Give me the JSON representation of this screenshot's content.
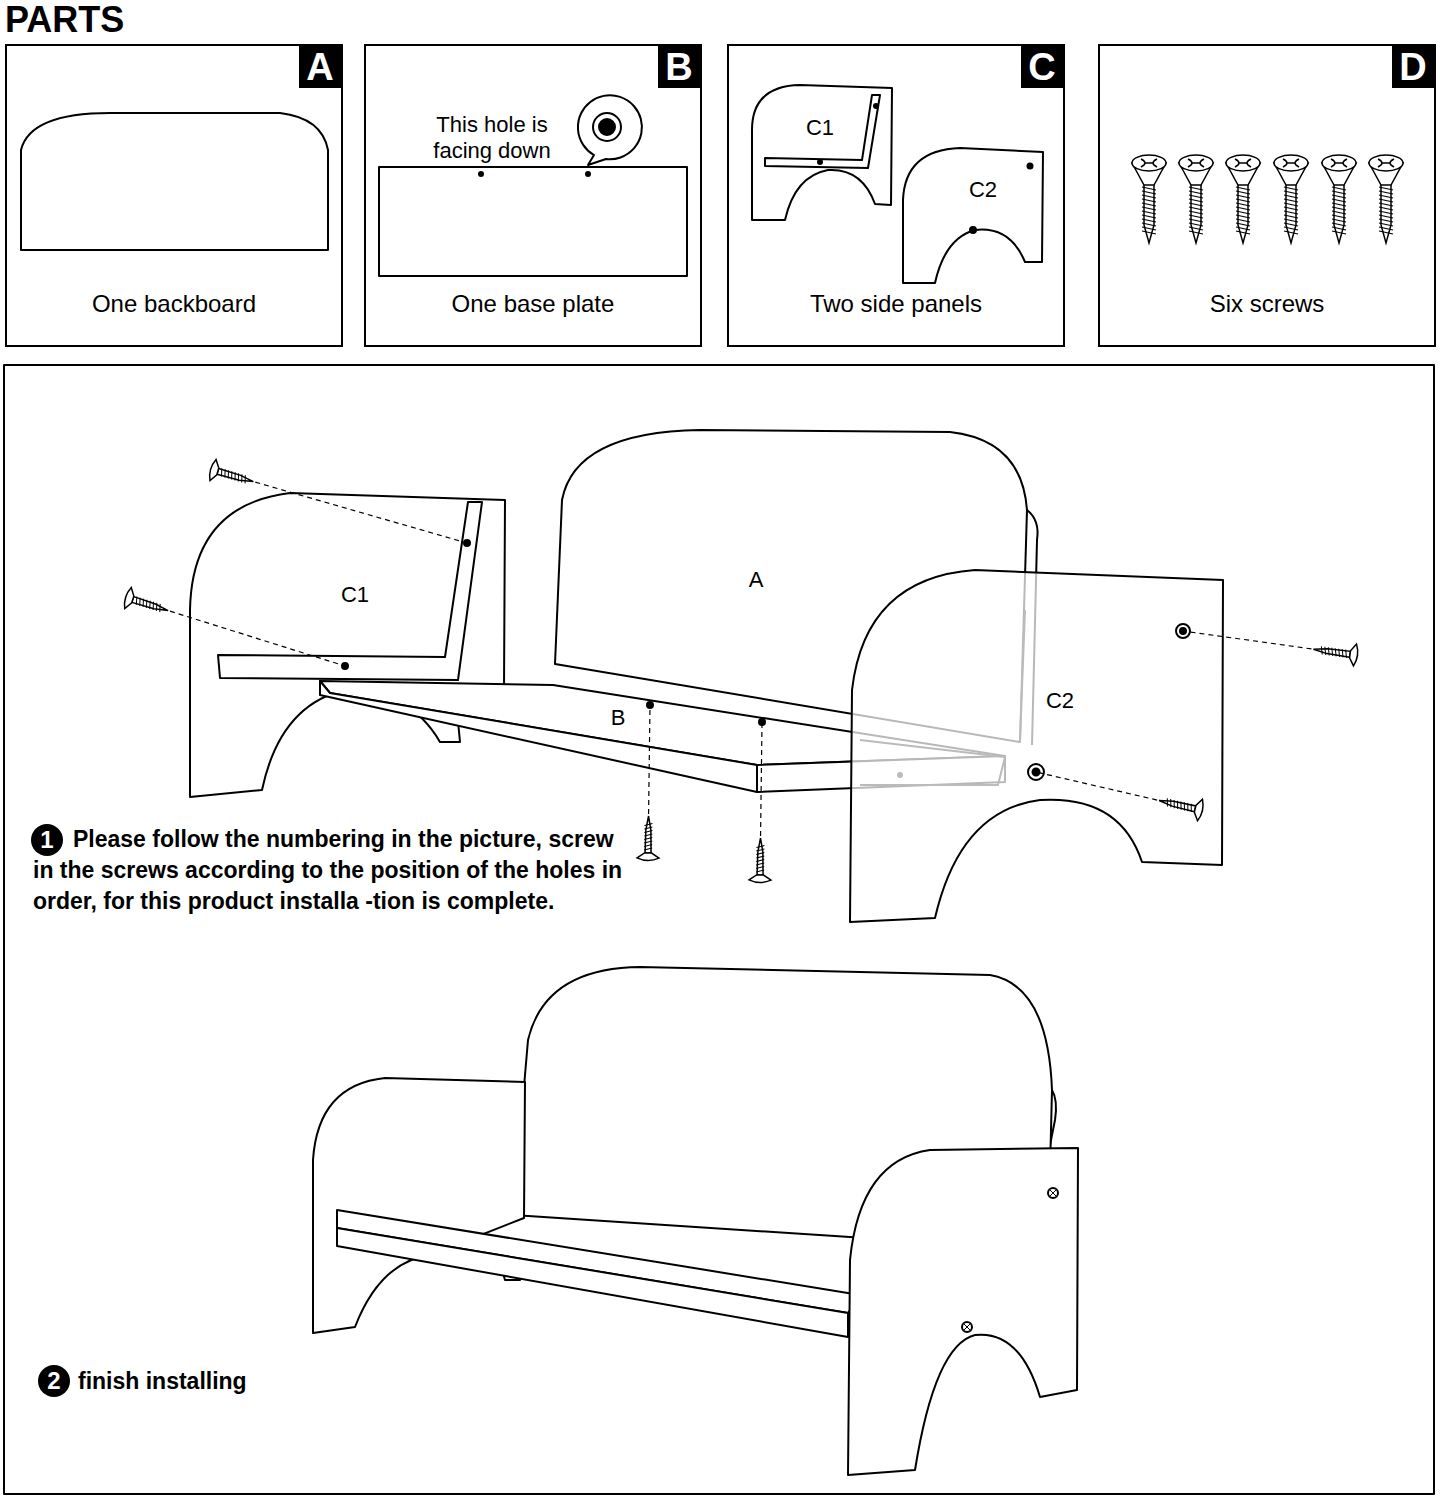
{
  "diagram": {
    "title": "PARTS",
    "nodes": [
      {
        "text": [
          "A",
          "One backboard"
        ]
      },
      {
        "text": [
          "B",
          "One base plate"
        ]
      },
      {
        "text": [
          "C",
          "Two side panels"
        ]
      },
      {
        "text": [
          "D",
          "Six screws"
        ]
      }
    ],
    "labels": [
      "This hole is facing down",
      "C1",
      "C2",
      "C1",
      "A",
      "B",
      "C2",
      "1",
      "Please follow the numbering in the picture, screw in the screws according to the position of the holes in order, for this product installa -tion is complete.",
      "2",
      "finish installing"
    ]
  }
}
